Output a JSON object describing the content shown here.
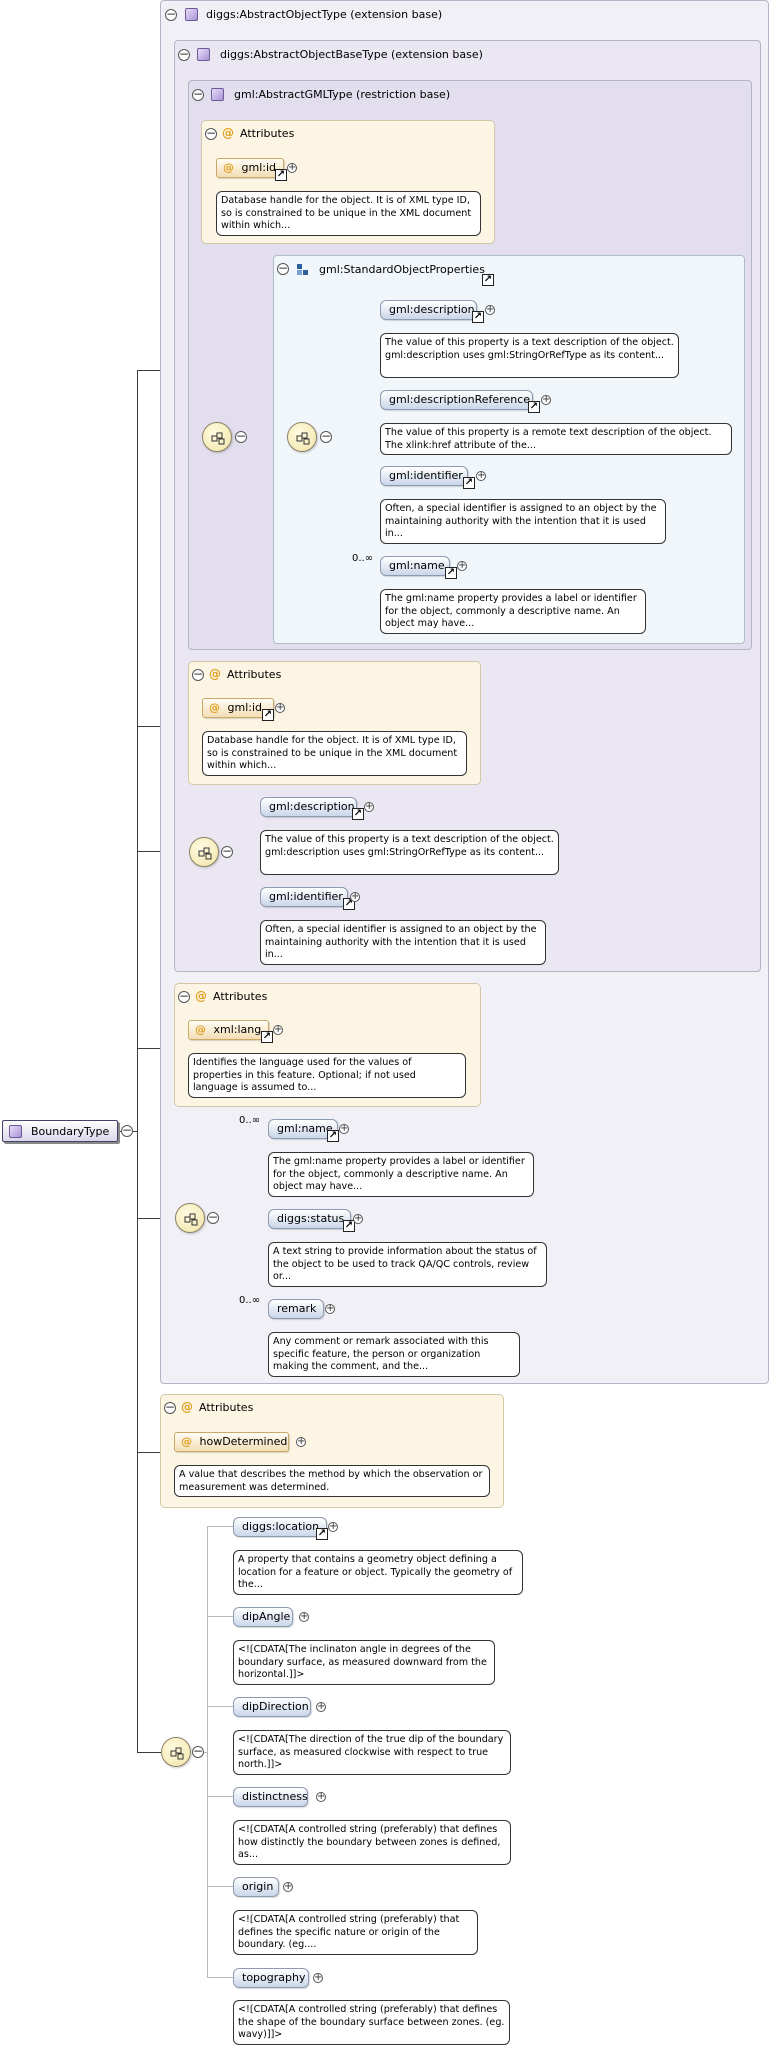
{
  "root": {
    "label": "BoundaryType"
  },
  "boxes": {
    "abstract_object": "diggs:AbstractObjectType (extension base)",
    "abstract_object_base": "diggs:AbstractObjectBaseType (extension base)",
    "abstract_gml": "gml:AbstractGMLType (restriction base)",
    "standard_props": "gml:StandardObjectProperties"
  },
  "attributes_title": "Attributes",
  "attrs": {
    "gml_id_1": {
      "name": "gml:id",
      "doc": "Database handle for the object. It is of XML type ID, so is constrained to be unique in the XML document within which..."
    },
    "gml_id_2": {
      "name": "gml:id",
      "doc": "Database handle for the object. It is of XML type ID, so is constrained to be unique in the XML document within which..."
    },
    "xml_lang": {
      "name": "xml:lang",
      "doc": "Identifies the language used for the values of properties in this feature. Optional; if not used language is assumed to..."
    },
    "how_determined": {
      "name": "howDetermined",
      "doc": "A value that describes the method by which the observation or measurement was determined."
    }
  },
  "std_elements": {
    "description": {
      "name": "gml:description",
      "doc": "The value of this property is a text description of the object. gml:description uses gml:StringOrRefType as its content..."
    },
    "description_reference": {
      "name": "gml:descriptionReference",
      "doc": "The value of this property is a remote text description of the object. The xlink:href attribute of the..."
    },
    "identifier": {
      "name": "gml:identifier",
      "doc": "Often, a special identifier is assigned to an object by the maintaining authority with the intention that it is used in..."
    },
    "name": {
      "name": "gml:name",
      "cardinality": "0..∞",
      "doc": "The gml:name property provides a label or identifier for the object, commonly a descriptive name. An object may have..."
    }
  },
  "base_elements": {
    "description": {
      "name": "gml:description",
      "doc": "The value of this property is a text description of the object. gml:description uses gml:StringOrRefType as its content..."
    },
    "identifier": {
      "name": "gml:identifier",
      "doc": "Often, a special identifier is assigned to an object by the maintaining authority with the intention that it is used in..."
    }
  },
  "object_elements": {
    "name": {
      "name": "gml:name",
      "cardinality": "0..∞",
      "doc": "The gml:name property provides a label or identifier for the object, commonly a descriptive name. An object may have..."
    },
    "status": {
      "name": "diggs:status",
      "doc": "A text string to provide information about the status of the object to be used to track QA/QC controls, review or..."
    },
    "remark": {
      "name": "remark",
      "cardinality": "0..∞",
      "doc": "Any comment or remark associated with this specific feature, the person or organization making the comment, and the..."
    }
  },
  "boundary_elements": {
    "location": {
      "name": "diggs:location",
      "doc": "A property that contains a geometry object defining a location for a feature or object. Typically the geometry of the..."
    },
    "dip_angle": {
      "name": "dipAngle",
      "doc": "<![CDATA[The inclinaton angle in degrees of the boundary surface, as measured downward from the horizontal.]]>"
    },
    "dip_direction": {
      "name": "dipDirection",
      "doc": "<![CDATA[The direction of the true dip of the boundary surface, as measured clockwise with respect to true north.]]>"
    },
    "distinctness": {
      "name": "distinctness",
      "doc": "<![CDATA[A controlled string (preferably) that defines how distinctly the boundary between zones is defined, as..."
    },
    "origin": {
      "name": "origin",
      "doc": "<![CDATA[A controlled string (preferably) that defines the specific nature or origin of the boundary. (eg...."
    },
    "topography": {
      "name": "topography",
      "doc": "<![CDATA[A controlled string (preferably) that defines the shape of the boundary surface between zones. (eg. wavy)]]>"
    }
  },
  "icons": {
    "collapse": "−",
    "plus": "+",
    "link": "↗",
    "at": "@"
  },
  "colors": {
    "type_fill_1": "#f2f0f7",
    "type_fill_2": "#eae7f2",
    "type_fill_3": "#e2deed",
    "group_fill": "#f1f6fb",
    "attr_fill": "#fcf5e4",
    "element_fill": "#c9d6ea"
  }
}
